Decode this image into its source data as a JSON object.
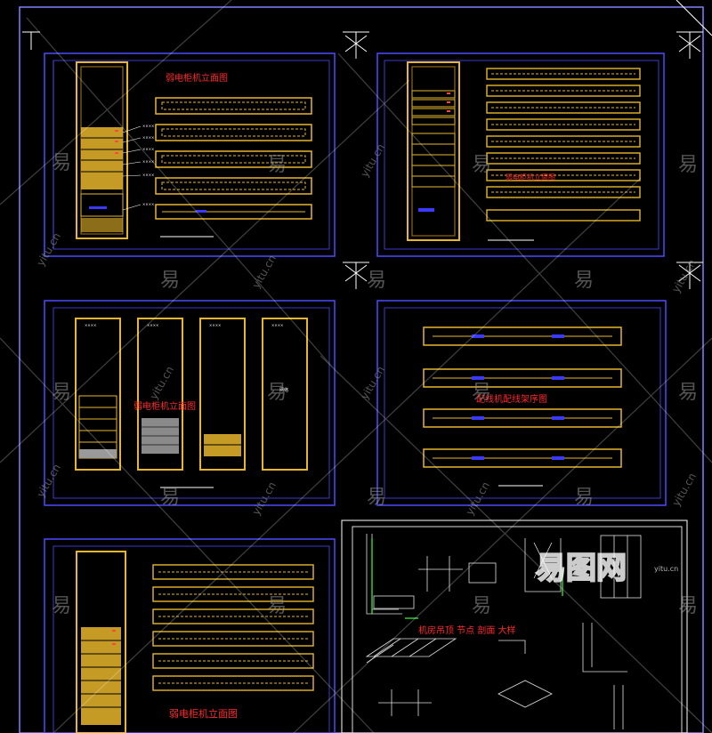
{
  "sheets": {
    "sheet1": {
      "title": "弱电柜机立面图"
    },
    "sheet2": {
      "title": "弱电柜机立面图"
    },
    "sheet3": {
      "title": "弱电柜机立面图",
      "cabinet4_label": "网络\n机柜"
    },
    "sheet4": {
      "title": "配线机配线架序图"
    },
    "sheet5": {
      "title": "弱电柜机立面图"
    },
    "sheet6": {
      "title": "机房吊顶 节点 剖面 大样"
    }
  },
  "watermark": {
    "char": "易",
    "site": "yitu.cn",
    "logo": "易图网",
    "logo_sub": "yitu.cn"
  },
  "colors": {
    "frame": "#5a55ff",
    "rack": "#e8b62b",
    "rack_dark": "#b07d12",
    "accent_red": "#ff2a2a",
    "blue_port": "#3a3aff",
    "drawing_green": "#3cff3c"
  }
}
